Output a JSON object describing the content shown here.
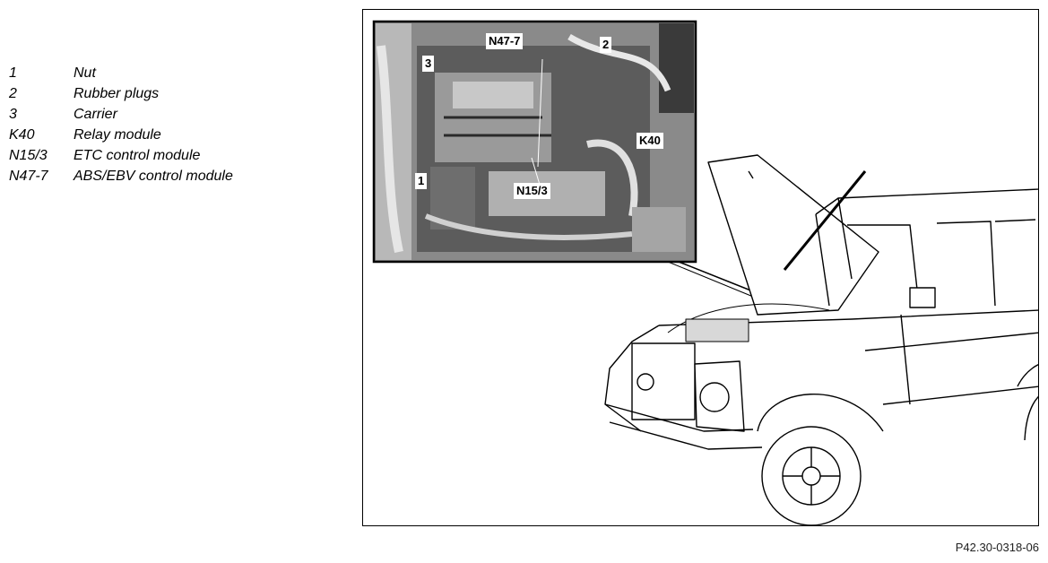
{
  "legend": {
    "items": [
      {
        "code": "1",
        "label": "Nut"
      },
      {
        "code": "2",
        "label": "Rubber plugs"
      },
      {
        "code": "3",
        "label": "Carrier"
      },
      {
        "code": "K40",
        "label": "Relay module"
      },
      {
        "code": "N15/3",
        "label": "ETC control module"
      },
      {
        "code": "N47-7",
        "label": "ABS/EBV control module"
      }
    ]
  },
  "illustration": {
    "callouts": {
      "n47_7": "N47-7",
      "item_2": "2",
      "item_3": "3",
      "k40": "K40",
      "item_1": "1",
      "n15_3": "N15/3"
    }
  },
  "figure_id": "P42.30-0318-06"
}
